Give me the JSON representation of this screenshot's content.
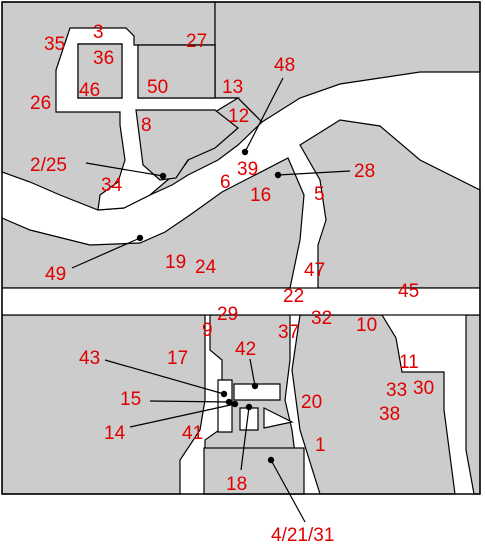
{
  "map": {
    "label_color": "#e00000",
    "block_fill": "#cccccc",
    "labels": [
      {
        "text": "35"
      },
      {
        "text": "3"
      },
      {
        "text": "36"
      },
      {
        "text": "27"
      },
      {
        "text": "26"
      },
      {
        "text": "46"
      },
      {
        "text": "50"
      },
      {
        "text": "13"
      },
      {
        "text": "48"
      },
      {
        "text": "12"
      },
      {
        "text": "8"
      },
      {
        "text": "2/25"
      },
      {
        "text": "39"
      },
      {
        "text": "28"
      },
      {
        "text": "34"
      },
      {
        "text": "6"
      },
      {
        "text": "16"
      },
      {
        "text": "5"
      },
      {
        "text": "19"
      },
      {
        "text": "24"
      },
      {
        "text": "49"
      },
      {
        "text": "47"
      },
      {
        "text": "45"
      },
      {
        "text": "22"
      },
      {
        "text": "29"
      },
      {
        "text": "32"
      },
      {
        "text": "10"
      },
      {
        "text": "9"
      },
      {
        "text": "37"
      },
      {
        "text": "43"
      },
      {
        "text": "17"
      },
      {
        "text": "42"
      },
      {
        "text": "11"
      },
      {
        "text": "33"
      },
      {
        "text": "30"
      },
      {
        "text": "15"
      },
      {
        "text": "20"
      },
      {
        "text": "38"
      },
      {
        "text": "14"
      },
      {
        "text": "41"
      },
      {
        "text": "1"
      },
      {
        "text": "18"
      },
      {
        "text": "4/21/31"
      }
    ]
  }
}
